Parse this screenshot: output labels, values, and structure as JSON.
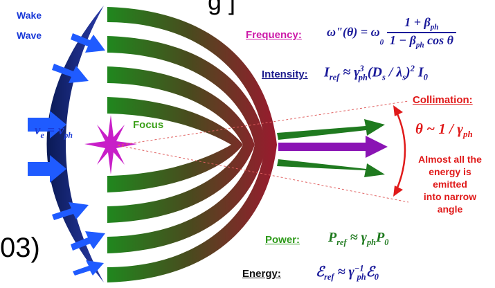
{
  "top_fragment": "g ]",
  "left_fragment": "03)",
  "wake": {
    "line1": "Wake",
    "line2": "Wave"
  },
  "focus_label": "Focus",
  "velocity_eq": "v_e = v_ph",
  "frequency": {
    "label": "Frequency:",
    "lhs": "ω\"(θ) = ω",
    "numerator": "1 + β",
    "denominator": "1 − β",
    "cos": " cos θ",
    "color": "#cc1aa8"
  },
  "intensity": {
    "label": "Intensity:",
    "color": "#1a1a8c"
  },
  "collimation": {
    "label": "Collimation:",
    "eq": "θ ~ 1 / γ",
    "note": [
      "Almost all the",
      "energy is",
      "emitted",
      "into narrow",
      "angle"
    ],
    "color": "#e01a1a"
  },
  "power": {
    "label": "Power:",
    "color": "#2e9a1a"
  },
  "energy": {
    "label": "Energy:",
    "color": "#111111"
  },
  "colors": {
    "arc_blue": "#1a3ad8",
    "arrow_blue": "#1f5bff",
    "focus_magenta": "#c81ec8",
    "green_arrow": "#1f7a1f",
    "purple_arrow": "#8a14b4"
  }
}
